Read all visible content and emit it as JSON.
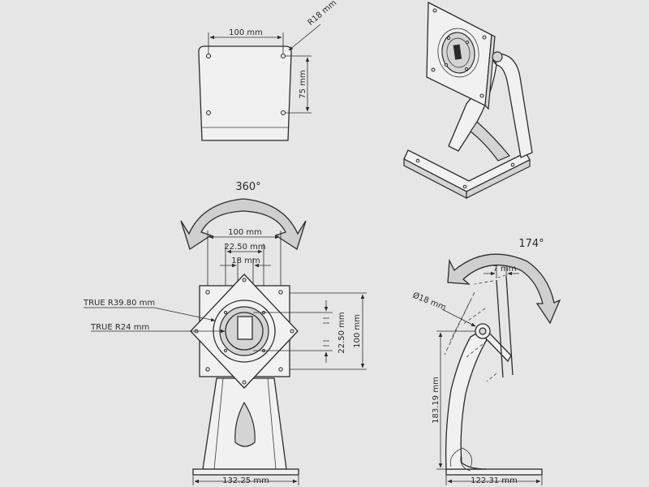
{
  "top_view": {
    "width_dim": "100 mm",
    "height_dim": "75 mm",
    "radius_dim": "R18 mm"
  },
  "front_view": {
    "rotation": "360°",
    "dim_100_top": "100 mm",
    "dim_22_50_top": "22.50 mm",
    "dim_18": "18 mm",
    "dim_true_r39": "TRUE R39.80 mm",
    "dim_true_r24": "TRUE R24 mm",
    "dim_22_50_side": "22.50 mm",
    "dim_100_side": "100 mm",
    "dim_base": "132.25 mm"
  },
  "side_view": {
    "tilt": "174°",
    "dim_7": "7 mm",
    "dim_dia18": "Ø18 mm",
    "dim_height": "183.19 mm",
    "dim_base": "122.31 mm"
  }
}
